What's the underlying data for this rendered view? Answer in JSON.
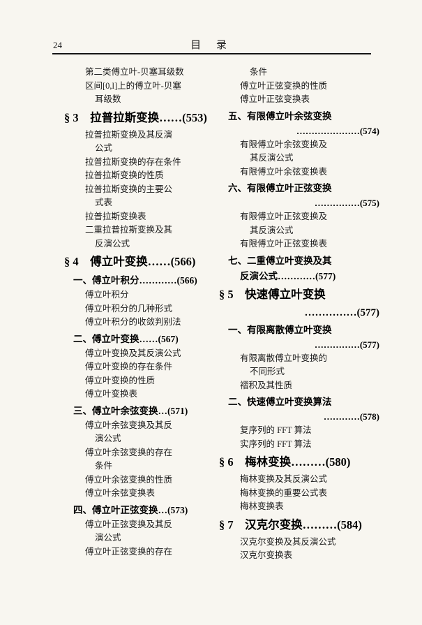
{
  "header": {
    "page_number": "24",
    "title": "目 录"
  },
  "columns": {
    "left": [
      {
        "type": "item",
        "text": "第二类傅立叶-贝塞耳级数"
      },
      {
        "type": "item",
        "text": "区间[0,l]上的傅立叶-贝塞"
      },
      {
        "type": "cont",
        "text": "耳级数"
      },
      {
        "type": "sec",
        "text": "§ 3　拉普拉斯变换……(553)"
      },
      {
        "type": "item",
        "text": "拉普拉斯变换及其反演"
      },
      {
        "type": "cont",
        "text": "公式"
      },
      {
        "type": "item",
        "text": "拉普拉斯变换的存在条件"
      },
      {
        "type": "item",
        "text": "拉普拉斯变换的性质"
      },
      {
        "type": "item",
        "text": "拉普拉斯变换的主要公"
      },
      {
        "type": "cont",
        "text": "式表"
      },
      {
        "type": "item",
        "text": "拉普拉斯变换表"
      },
      {
        "type": "item",
        "text": "二重拉普拉斯变换及其"
      },
      {
        "type": "cont",
        "text": "反演公式"
      },
      {
        "type": "sec",
        "text": "§ 4　傅立叶变换……(566)"
      },
      {
        "type": "num",
        "text": "一、傅立叶积分…………(566)"
      },
      {
        "type": "item",
        "text": "傅立叶积分"
      },
      {
        "type": "item",
        "text": "傅立叶积分的几种形式"
      },
      {
        "type": "item",
        "text": "傅立叶积分的收敛判别法"
      },
      {
        "type": "num",
        "text": "二、傅立叶变换……(567)"
      },
      {
        "type": "item",
        "text": "傅立叶变换及其反演公式"
      },
      {
        "type": "item",
        "text": "傅立叶变换的存在条件"
      },
      {
        "type": "item",
        "text": "傅立叶变换的性质"
      },
      {
        "type": "item",
        "text": "傅立叶变换表"
      },
      {
        "type": "num",
        "text": "三、傅立叶余弦变换…(571)"
      },
      {
        "type": "item",
        "text": "傅立叶余弦变换及其反"
      },
      {
        "type": "cont",
        "text": "演公式"
      },
      {
        "type": "item",
        "text": "傅立叶余弦变换的存在"
      },
      {
        "type": "cont",
        "text": "条件"
      },
      {
        "type": "item",
        "text": "傅立叶余弦变换的性质"
      },
      {
        "type": "item",
        "text": "傅立叶余弦变换表"
      },
      {
        "type": "num",
        "text": "四、傅立叶正弦变换…(573)"
      },
      {
        "type": "item",
        "text": "傅立叶正弦变换及其反"
      },
      {
        "type": "cont",
        "text": "演公式"
      },
      {
        "type": "item",
        "text": "傅立叶正弦变换的存在"
      }
    ],
    "right": [
      {
        "type": "cont",
        "text": "条件"
      },
      {
        "type": "item",
        "text": "傅立叶正弦变换的性质"
      },
      {
        "type": "item",
        "text": "傅立叶正弦变换表"
      },
      {
        "type": "num",
        "text": "五、有限傅立叶余弦变换"
      },
      {
        "type": "num-dots",
        "text": "…………………(574)"
      },
      {
        "type": "item",
        "text": "有限傅立叶余弦变换及"
      },
      {
        "type": "cont",
        "text": "其反演公式"
      },
      {
        "type": "item",
        "text": "有限傅立叶余弦变换表"
      },
      {
        "type": "num",
        "text": "六、有限傅立叶正弦变换"
      },
      {
        "type": "num-dots",
        "text": "……………(575)"
      },
      {
        "type": "item",
        "text": "有限傅立叶正弦变换及"
      },
      {
        "type": "cont",
        "text": "其反演公式"
      },
      {
        "type": "item",
        "text": "有限傅立叶正弦变换表"
      },
      {
        "type": "num",
        "text": "七、二重傅立叶变换及其"
      },
      {
        "type": "num-cont",
        "text": "反演公式…………(577)"
      },
      {
        "type": "sec",
        "text": "§ 5　快速傅立叶变换"
      },
      {
        "type": "sec-dots",
        "text": "……………(577)"
      },
      {
        "type": "num",
        "text": "一、有限离散傅立叶变换"
      },
      {
        "type": "num-dots",
        "text": "……………(577)"
      },
      {
        "type": "item",
        "text": "有限离散傅立叶变换的"
      },
      {
        "type": "cont",
        "text": "不同形式"
      },
      {
        "type": "item",
        "text": "褶积及其性质"
      },
      {
        "type": "num",
        "text": "二、快速傅立叶变换算法"
      },
      {
        "type": "num-dots",
        "text": "…………(578)"
      },
      {
        "type": "item",
        "text": "复序列的 FFT 算法"
      },
      {
        "type": "item",
        "text": "实序列的 FFT 算法"
      },
      {
        "type": "sec",
        "text": "§ 6　梅林变换………(580)"
      },
      {
        "type": "item",
        "text": "梅林变换及其反演公式"
      },
      {
        "type": "item",
        "text": "梅林变换的重要公式表"
      },
      {
        "type": "item",
        "text": "梅林变换表"
      },
      {
        "type": "sec",
        "text": "§ 7　汉克尔变换………(584)"
      },
      {
        "type": "item",
        "text": "汉克尔变换及其反演公式"
      },
      {
        "type": "item",
        "text": "汉克尔变换表"
      }
    ]
  }
}
